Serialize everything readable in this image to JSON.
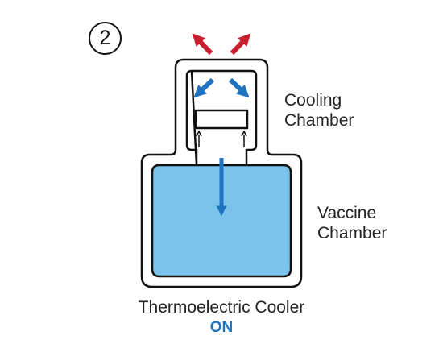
{
  "step": {
    "number": "2"
  },
  "labels": {
    "cooling_line1": "Cooling",
    "cooling_line2": "Chamber",
    "vaccine_line1": "Vaccine",
    "vaccine_line2": "Chamber",
    "device": "Thermoelectric Cooler",
    "status": "ON"
  },
  "colors": {
    "heat_arrow": "#c8202f",
    "cold_arrow": "#1d73bf",
    "liquid": "#7cc3ec",
    "outline": "#111111",
    "status_text": "#1d73bf"
  },
  "icons": [
    "heat-out-arrow-icon",
    "cold-air-arrow-icon",
    "cold-flow-arrow-icon"
  ]
}
